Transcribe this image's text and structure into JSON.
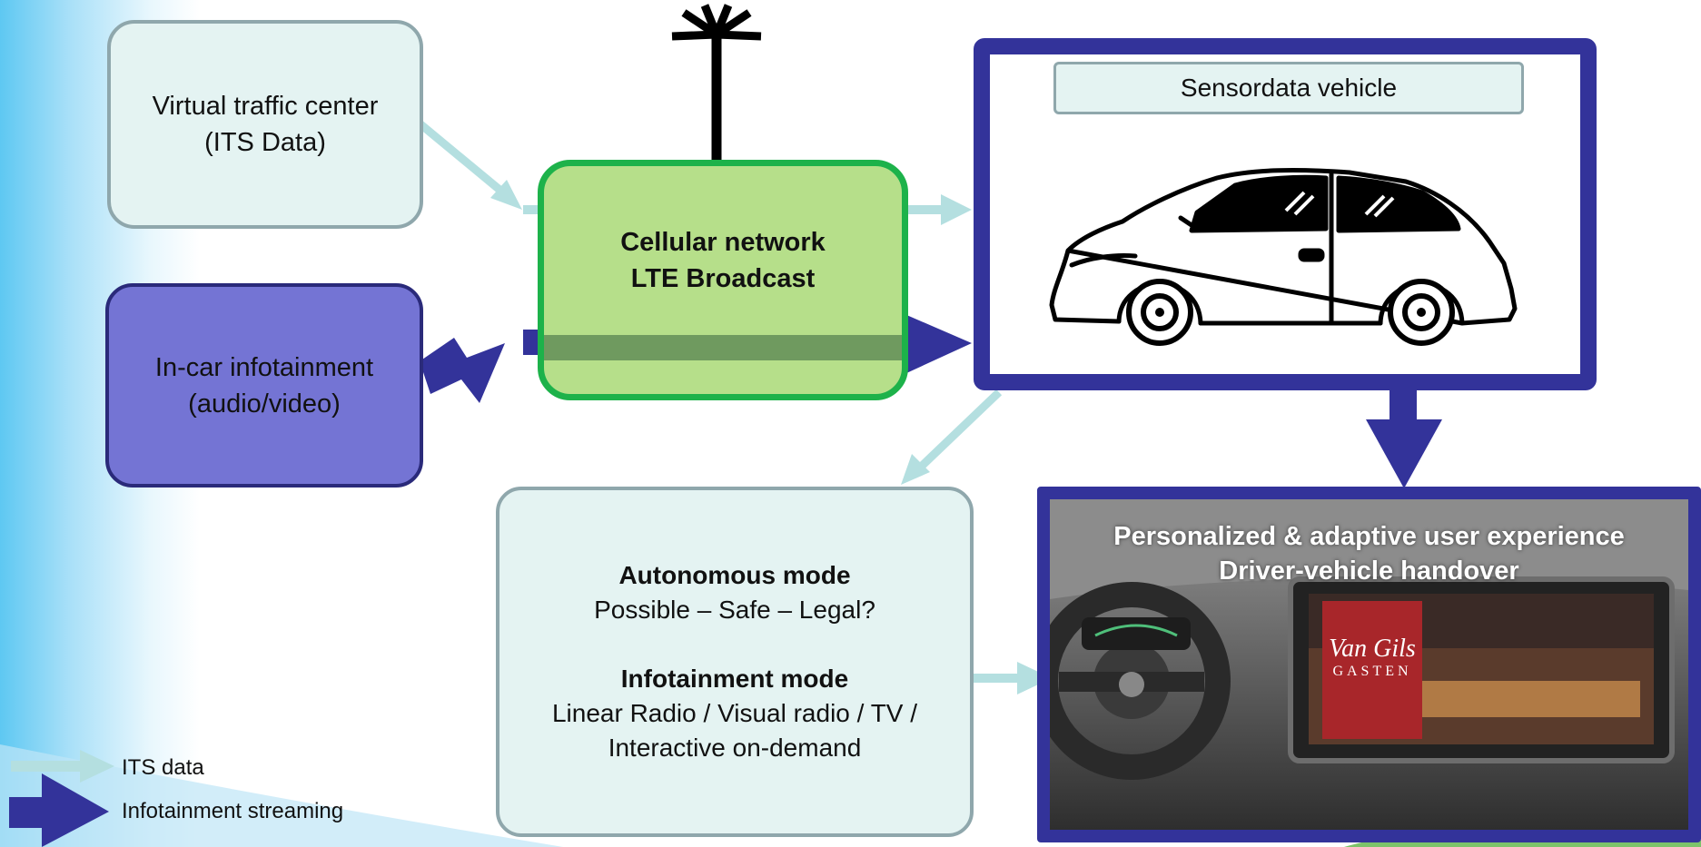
{
  "its_box": {
    "line1": "Virtual traffic center",
    "line2": "(ITS Data)"
  },
  "infotainment_box": {
    "line1": "In-car infotainment",
    "line2": "(audio/video)"
  },
  "cellular_box": {
    "line1": "Cellular network",
    "line2": "LTE Broadcast"
  },
  "vehicle_box": {
    "label": "Sensordata vehicle"
  },
  "modes_box": {
    "autonomous_title": "Autonomous mode",
    "autonomous_text": "Possible – Safe – Legal?",
    "infotainment_title": "Infotainment mode",
    "infotainment_line1": "Linear Radio / Visual radio / TV /",
    "infotainment_line2": "Interactive on-demand"
  },
  "ux_box": {
    "line1": "Personalized & adaptive user experience",
    "line2": "Driver-vehicle handover",
    "screen_logo_line1": "Van Gils",
    "screen_logo_line2": "GASTEN"
  },
  "legend": {
    "its_label": "ITS data",
    "infotainment_label": "Infotainment streaming"
  },
  "colors": {
    "its_arrow": "#b4dfe0",
    "infotainment_arrow": "#33339a",
    "cellular_fill": "#b6df8a",
    "cellular_border": "#1db24a",
    "frame_blue": "#33339a"
  }
}
